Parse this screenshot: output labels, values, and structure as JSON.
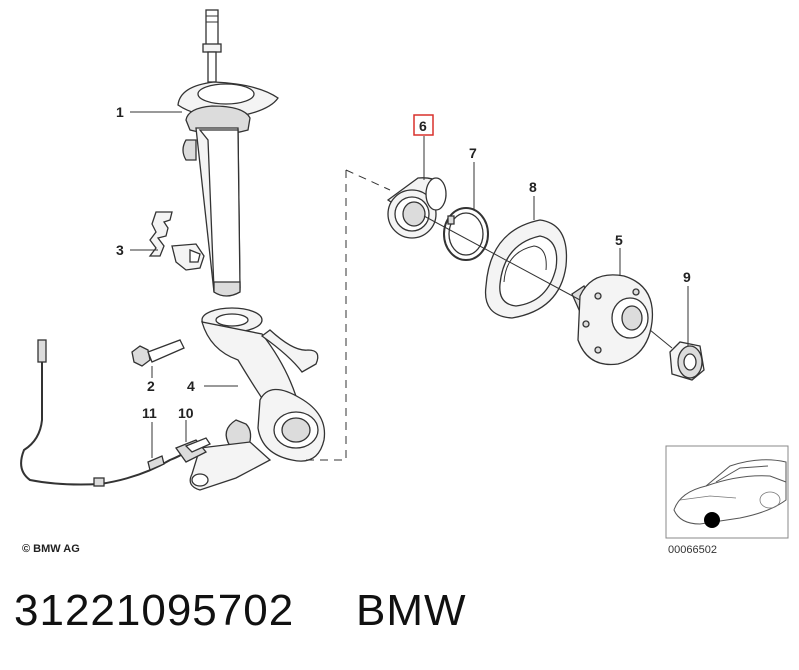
{
  "callouts": [
    {
      "id": "1",
      "label": "1"
    },
    {
      "id": "2",
      "label": "2"
    },
    {
      "id": "3",
      "label": "3"
    },
    {
      "id": "4",
      "label": "4"
    },
    {
      "id": "5",
      "label": "5"
    },
    {
      "id": "6",
      "label": "6",
      "highlighted": true
    },
    {
      "id": "7",
      "label": "7"
    },
    {
      "id": "8",
      "label": "8"
    },
    {
      "id": "9",
      "label": "9"
    },
    {
      "id": "10",
      "label": "10"
    },
    {
      "id": "11",
      "label": "11"
    }
  ],
  "copyright": "© BMW AG",
  "diagram_code": "00066502",
  "part_number": "31221095702",
  "brand": "BMW",
  "highlight_color": "#d9302c"
}
